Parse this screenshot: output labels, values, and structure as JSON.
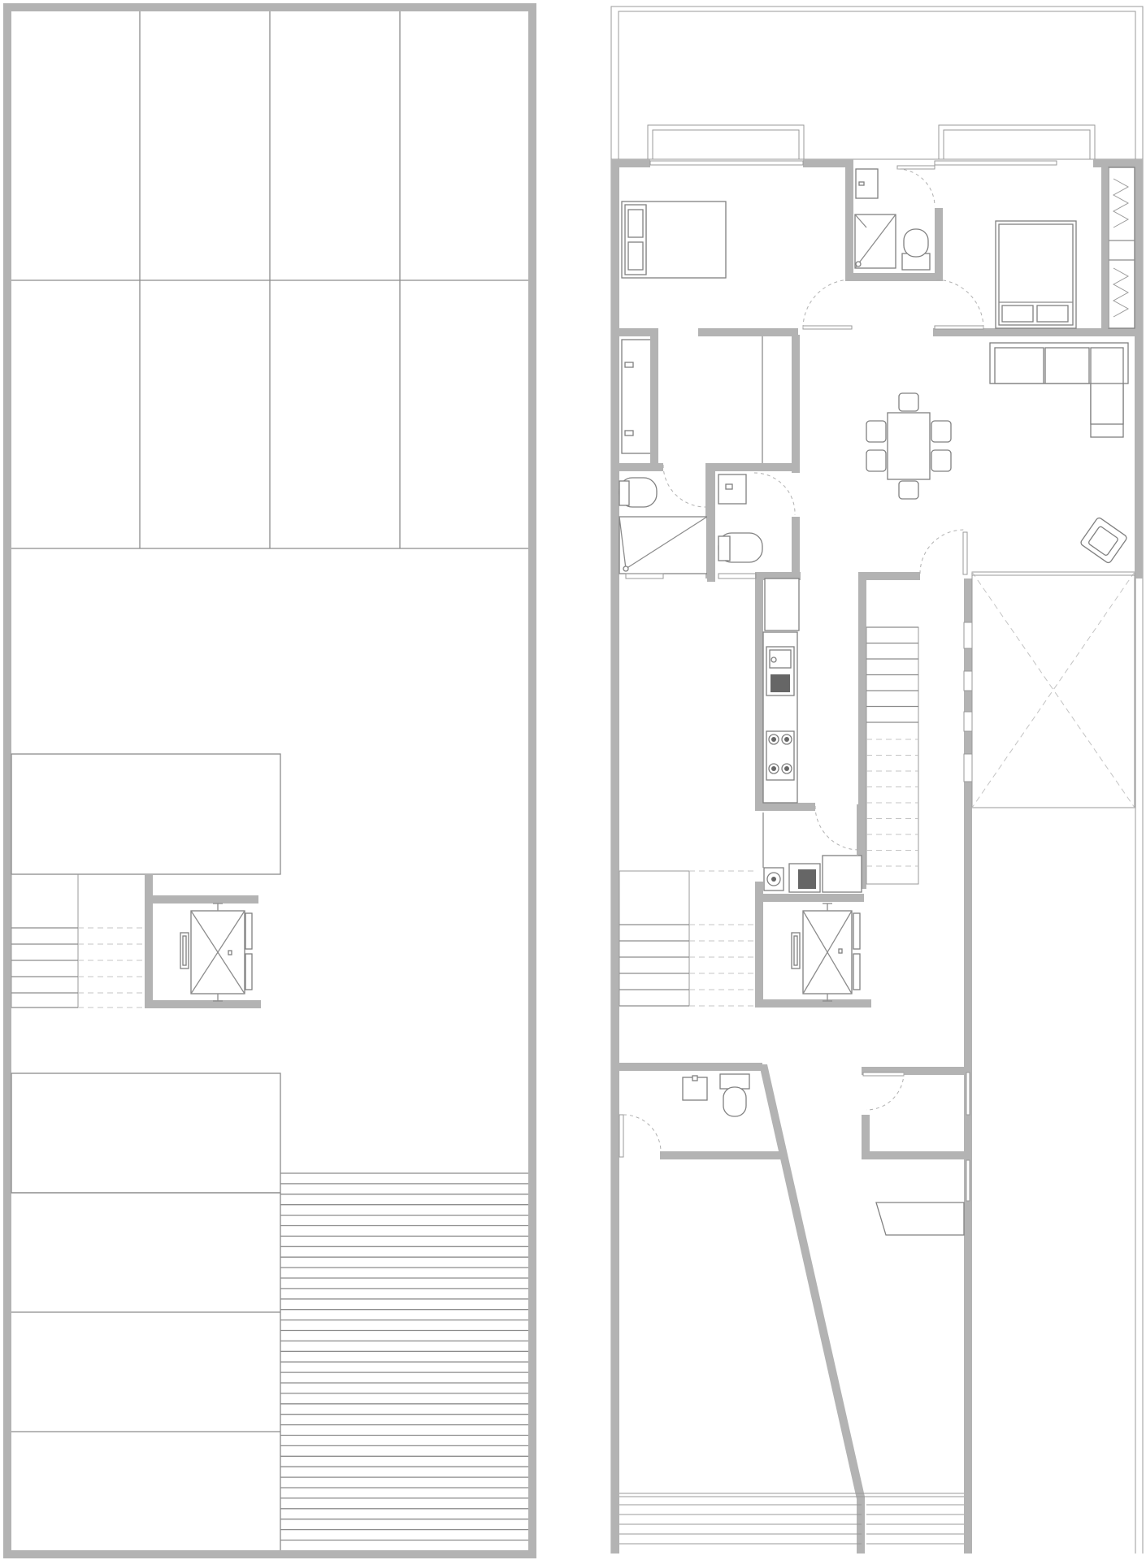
{
  "drawing": {
    "type": "architectural floor plans",
    "panels": [
      "roof-plan",
      "floor-plan"
    ],
    "colors": {
      "wall": "#b3b3b3",
      "line": "#8c8c8c",
      "furniture": "#808080",
      "dashed": "#c4c4c4",
      "background": "#ffffff"
    }
  }
}
